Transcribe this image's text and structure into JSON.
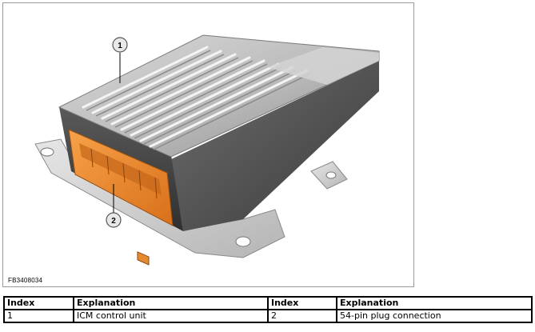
{
  "figure": {
    "code": "FB3408034",
    "callouts": [
      "1",
      "2"
    ]
  },
  "legend": {
    "headers": [
      "Index",
      "Explanation",
      "Index",
      "Explanation"
    ],
    "rows": [
      [
        "1",
        "ICM control unit",
        "2",
        "54-pin plug connection"
      ]
    ]
  }
}
